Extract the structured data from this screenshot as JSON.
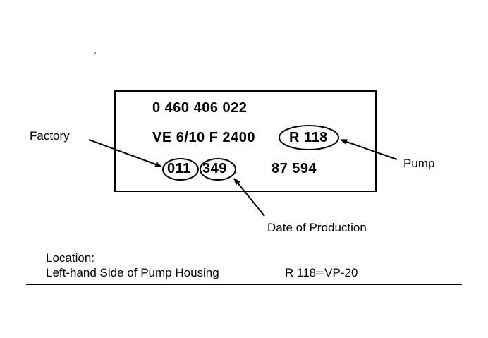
{
  "plate": {
    "part_number": "0 460 406 022",
    "type_code": "VE 6/10 F 2400",
    "pump_code": "R 118",
    "factory_code": "011",
    "date_code": "349",
    "serial": "87 594"
  },
  "labels": {
    "factory": "Factory",
    "pump": "Pump",
    "date_of_production": "Date of Production"
  },
  "location": {
    "heading": "Location:",
    "text": "Left-hand Side of Pump Housing",
    "equation": "R  118═VP-20"
  }
}
